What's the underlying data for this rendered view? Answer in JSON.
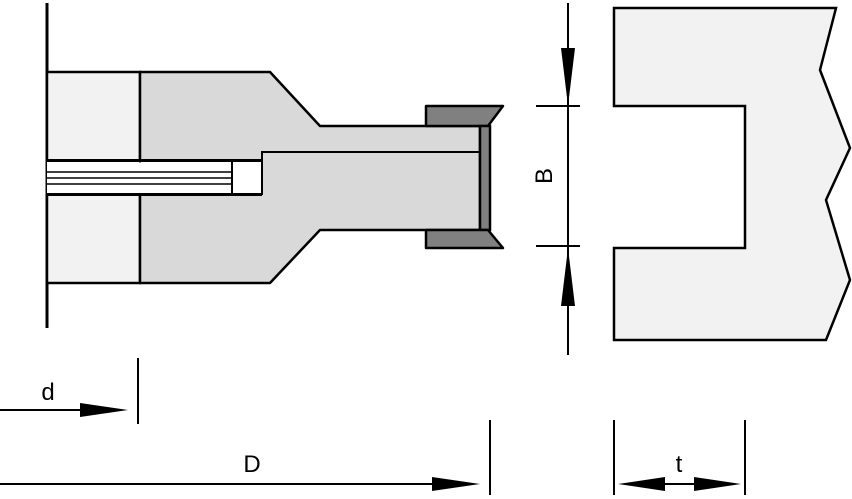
{
  "dimensions": {
    "d": "d",
    "D": "D",
    "B": "B",
    "t": "t"
  },
  "colors": {
    "outline": "#000000",
    "light_fill": "#f2f2f2",
    "medium_fill": "#d9d9d9",
    "dark_fill": "#808080"
  }
}
